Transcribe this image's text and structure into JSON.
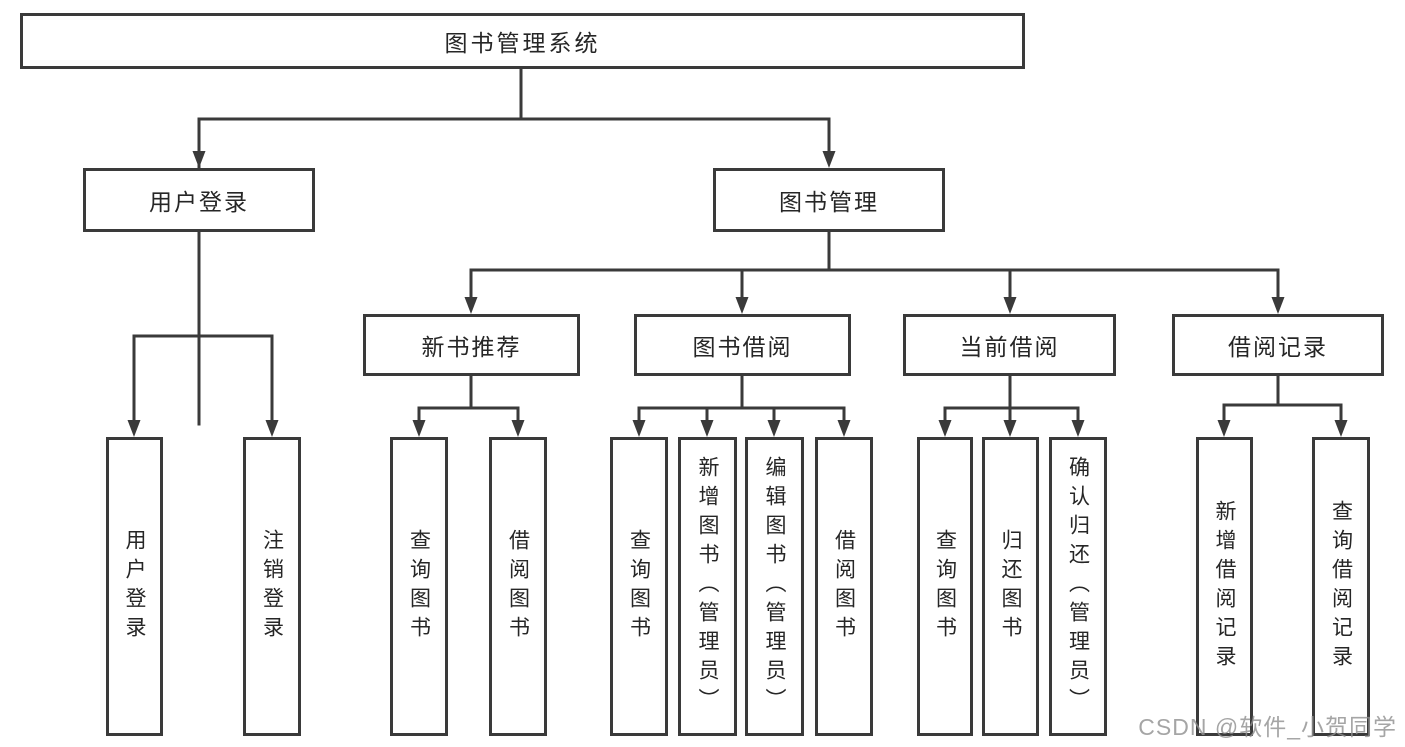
{
  "root": {
    "label": "图书管理系统"
  },
  "user_login": {
    "label": "用户登录",
    "children": [
      {
        "label": "用户登录"
      },
      {
        "label": "注销登录"
      }
    ]
  },
  "book_mgmt": {
    "label": "图书管理",
    "sections": [
      {
        "label": "新书推荐",
        "children": [
          {
            "label": "查询图书"
          },
          {
            "label": "借阅图书"
          }
        ]
      },
      {
        "label": "图书借阅",
        "children": [
          {
            "label": "查询图书"
          },
          {
            "label": "新增图书（管理员）"
          },
          {
            "label": "编辑图书（管理员）"
          },
          {
            "label": "借阅图书"
          }
        ]
      },
      {
        "label": "当前借阅",
        "children": [
          {
            "label": "查询图书"
          },
          {
            "label": "归还图书"
          },
          {
            "label": "确认归还（管理员）"
          }
        ]
      },
      {
        "label": "借阅记录",
        "children": [
          {
            "label": "新增借阅记录"
          },
          {
            "label": "查询借阅记录"
          }
        ]
      }
    ]
  },
  "watermark": {
    "text": "CSDN @软件_小贺同学"
  },
  "colors": {
    "line": "#3a3a3a",
    "border": "#3a3a3a",
    "text": "#262626",
    "background": "#ffffff",
    "watermark": "#919191"
  }
}
